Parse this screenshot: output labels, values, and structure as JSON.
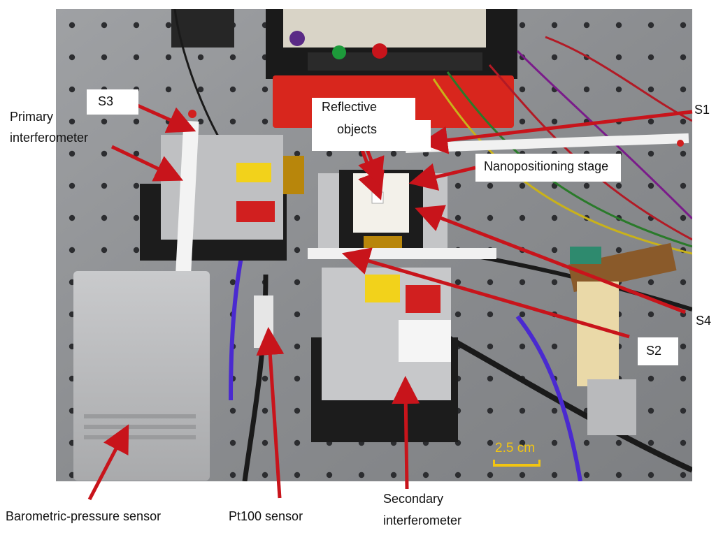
{
  "labels": {
    "s3": "S3",
    "primary_1": "Primary",
    "primary_2": "interferometer",
    "reflective_1": "Reflective",
    "reflective_2": "objects",
    "s1": "S1",
    "nanostage": "Nanopositioning stage",
    "s4": "S4",
    "s2": "S2",
    "barometric": "Barometric-pressure sensor",
    "pt100": "Pt100 sensor",
    "secondary_1": "Secondary",
    "secondary_2": "interferometer",
    "scale": "2.5 cm"
  },
  "colors": {
    "arrow": "#c8141b",
    "scale_bar": "#f2c511",
    "breadboard": "#8a8c8f",
    "red_box": "#d8261d"
  }
}
